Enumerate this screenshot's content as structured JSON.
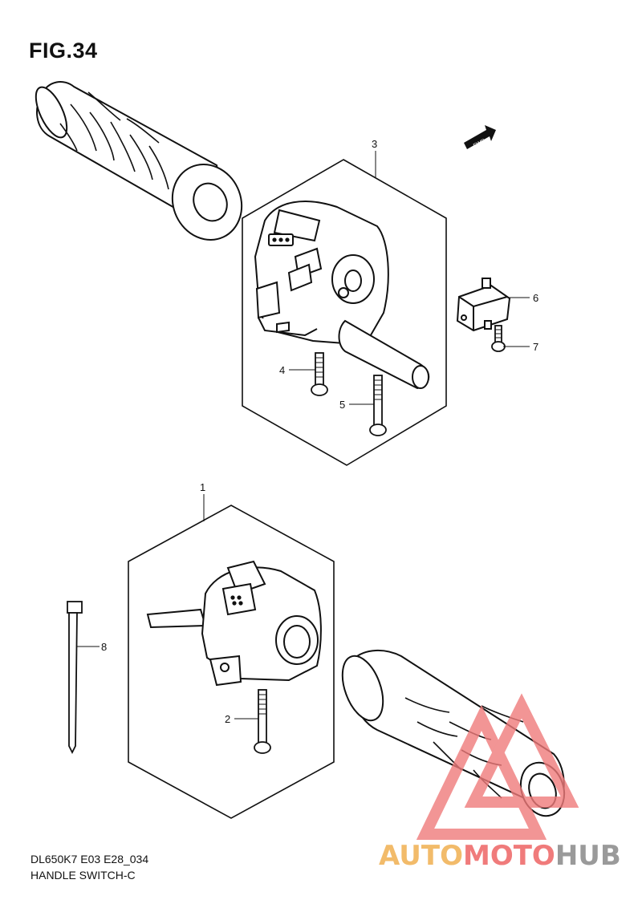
{
  "figure": {
    "title": "FIG.34"
  },
  "fwd_label": "FWD",
  "callouts": [
    {
      "id": "c1",
      "label": "1"
    },
    {
      "id": "c2",
      "label": "2"
    },
    {
      "id": "c3",
      "label": "3"
    },
    {
      "id": "c4",
      "label": "4"
    },
    {
      "id": "c5",
      "label": "5"
    },
    {
      "id": "c6",
      "label": "6"
    },
    {
      "id": "c7",
      "label": "7"
    },
    {
      "id": "c8",
      "label": "8"
    }
  ],
  "footer": {
    "model_code": "DL650K7 E03 E28_034",
    "caption": "HANDLE SWITCH-C"
  },
  "watermark": {
    "part1": "AUTO",
    "part2": "MOTO",
    "part3": "HUB",
    "colors": {
      "part1": "#f2bb6a",
      "part2": "#f07b7b",
      "part3": "#9a9a9a"
    }
  },
  "colors": {
    "line": "#111111",
    "watermark_triangle": "#f07b7b"
  }
}
